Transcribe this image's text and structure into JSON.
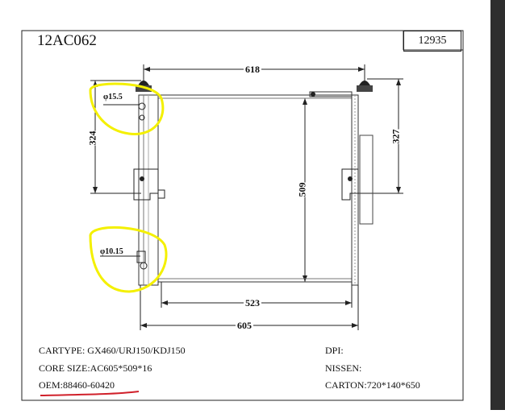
{
  "drawing": {
    "model_code": "12AC062",
    "part_number": "12935",
    "dimensions": {
      "top_width": "618",
      "left_height": "324",
      "right_height": "327",
      "core_height": "509",
      "core_width_inner": "523",
      "core_width": "605"
    },
    "diameters": {
      "upper_fitting": "φ15.5",
      "lower_fitting": "φ10.15"
    }
  },
  "specs": {
    "cartype": "CARTYPE: GX460/URJ150/KDJ150",
    "core_size": "CORE SIZE:AC605*509*16",
    "oem": "OEM:88460-60420",
    "dpi": "DPI:",
    "nissen": "NISSEN:",
    "carton": "CARTON:720*140*650"
  },
  "annotations": {
    "highlight_color": "#f4f000",
    "underline_color": "#d0202a"
  }
}
